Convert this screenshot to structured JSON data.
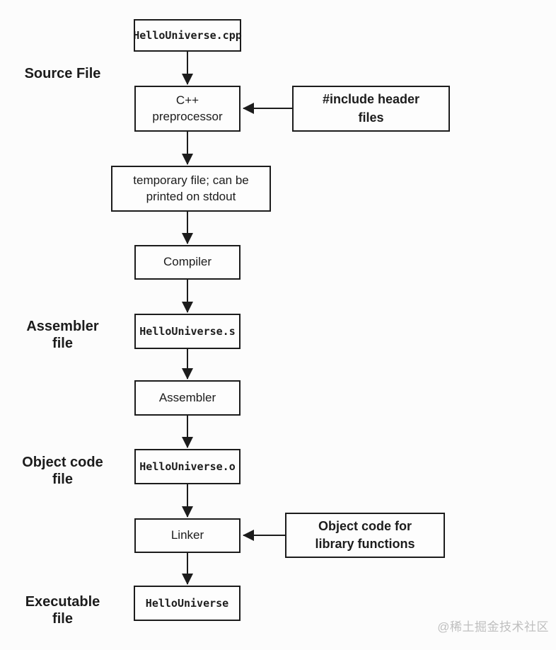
{
  "diagram_title": "C++ compilation process flowchart",
  "nodes": {
    "cpp_file": "HelloUniverse.cpp",
    "preprocessor": "C++\npreprocessor",
    "include_headers": "#include header\nfiles",
    "temp_file": "temporary file; can be\nprinted on stdout",
    "compiler": "Compiler",
    "asm_file": "HelloUniverse.s",
    "assembler": "Assembler",
    "obj_file": "HelloUniverse.o",
    "linker": "Linker",
    "library_obj": "Object code for\nlibrary functions",
    "executable": "HelloUniverse"
  },
  "side_labels": {
    "source": "Source File",
    "assembler": "Assembler\nfile",
    "object_code": "Object code\nfile",
    "executable": "Executable\nfile"
  },
  "edges": [
    {
      "from": "cpp_file",
      "to": "preprocessor"
    },
    {
      "from": "include_headers",
      "to": "preprocessor"
    },
    {
      "from": "preprocessor",
      "to": "temp_file"
    },
    {
      "from": "temp_file",
      "to": "compiler"
    },
    {
      "from": "compiler",
      "to": "asm_file"
    },
    {
      "from": "asm_file",
      "to": "assembler"
    },
    {
      "from": "assembler",
      "to": "obj_file"
    },
    {
      "from": "obj_file",
      "to": "linker"
    },
    {
      "from": "library_obj",
      "to": "linker"
    },
    {
      "from": "linker",
      "to": "executable"
    }
  ],
  "watermark": "@稀土掘金技术社区",
  "colors": {
    "line": "#1c1c1c",
    "background": "#fcfcfc",
    "watermark": "#bfbfbf"
  }
}
